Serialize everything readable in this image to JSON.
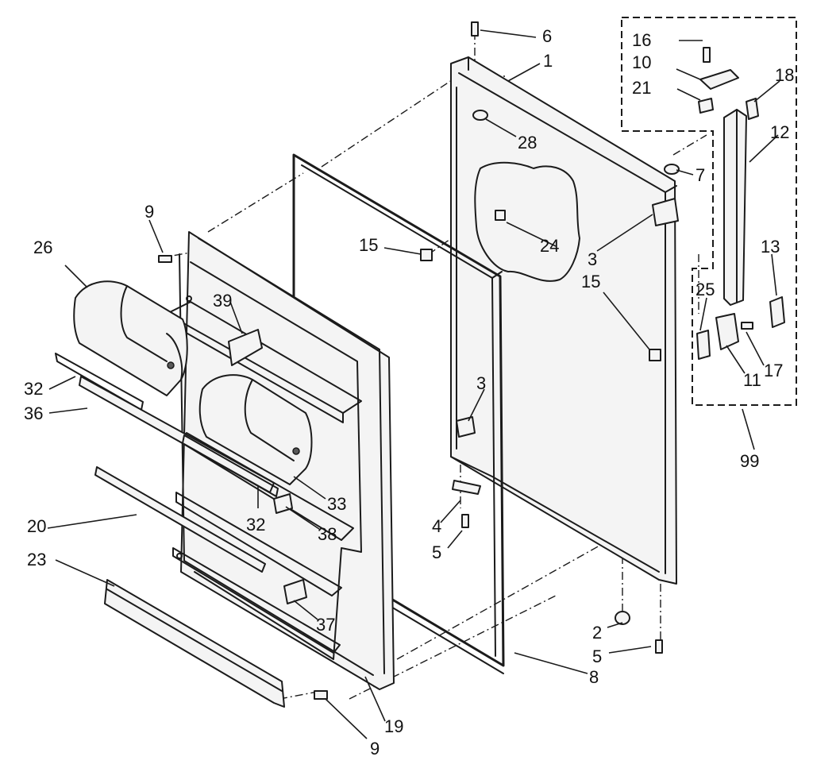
{
  "callouts": [
    {
      "id": "c6",
      "label": "6"
    },
    {
      "id": "c1",
      "label": "1"
    },
    {
      "id": "c16",
      "label": "16"
    },
    {
      "id": "c10",
      "label": "10"
    },
    {
      "id": "c18",
      "label": "18"
    },
    {
      "id": "c21",
      "label": "21"
    },
    {
      "id": "c12",
      "label": "12"
    },
    {
      "id": "c28",
      "label": "28"
    },
    {
      "id": "c7",
      "label": "7"
    },
    {
      "id": "c24",
      "label": "24"
    },
    {
      "id": "c9a",
      "label": "9"
    },
    {
      "id": "c26",
      "label": "26"
    },
    {
      "id": "c15a",
      "label": "15"
    },
    {
      "id": "c3a",
      "label": "3"
    },
    {
      "id": "c15b",
      "label": "15"
    },
    {
      "id": "c13",
      "label": "13"
    },
    {
      "id": "c25",
      "label": "25"
    },
    {
      "id": "c39",
      "label": "39"
    },
    {
      "id": "c32a",
      "label": "32"
    },
    {
      "id": "c36",
      "label": "36"
    },
    {
      "id": "c17",
      "label": "17"
    },
    {
      "id": "c11",
      "label": "11"
    },
    {
      "id": "c3b",
      "label": "3"
    },
    {
      "id": "c99",
      "label": "99"
    },
    {
      "id": "c33",
      "label": "33"
    },
    {
      "id": "c32b",
      "label": "32"
    },
    {
      "id": "c38",
      "label": "38"
    },
    {
      "id": "c4",
      "label": "4"
    },
    {
      "id": "c20",
      "label": "20"
    },
    {
      "id": "c5a",
      "label": "5"
    },
    {
      "id": "c23",
      "label": "23"
    },
    {
      "id": "c37",
      "label": "37"
    },
    {
      "id": "c2",
      "label": "2"
    },
    {
      "id": "c5b",
      "label": "5"
    },
    {
      "id": "c8",
      "label": "8"
    },
    {
      "id": "c19",
      "label": "19"
    },
    {
      "id": "c9b",
      "label": "9"
    }
  ],
  "icon": "refrigerator-door-exploded-view"
}
